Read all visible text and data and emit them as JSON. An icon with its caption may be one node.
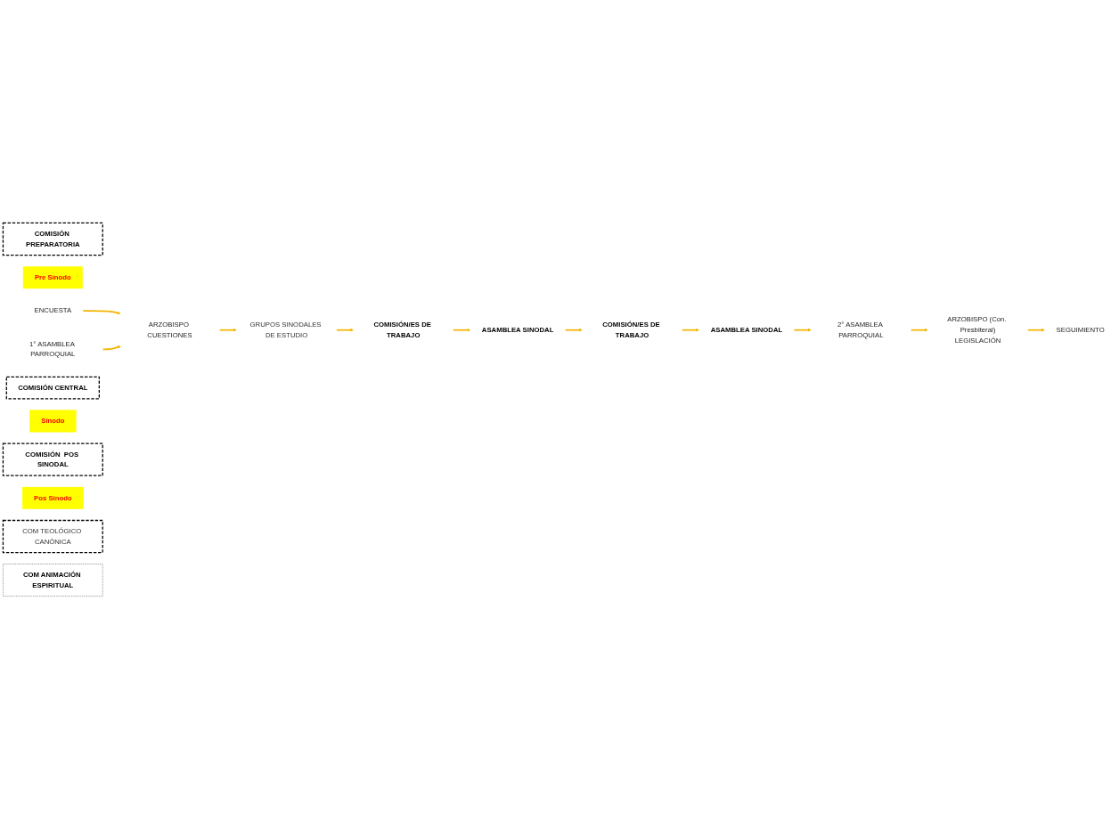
{
  "diagram": {
    "nodes": [
      {
        "text": [
          "COMISIÓN PREPARATORIA"
        ]
      },
      {
        "text": [
          "Pre Sínodo"
        ]
      },
      {
        "text": [
          "ENCUESTA"
        ]
      },
      {
        "text": [
          "1° ASAMBLEA PARROQUIAL"
        ]
      },
      {
        "text": [
          "ARZOBISPO CUESTIONES"
        ]
      },
      {
        "text": [
          "GRUPOS SINODALES DE ESTUDIO"
        ]
      },
      {
        "text": [
          "COMISIÓN CENTRAL"
        ]
      },
      {
        "text": [
          "Sínodo"
        ]
      },
      {
        "text": [
          "COMISIÓN/ES DE TRABAJO"
        ]
      },
      {
        "text": [
          "ASAMBLEA SINODAL"
        ]
      },
      {
        "text": [
          "COMISIÓN/ES DE TRABAJO"
        ]
      },
      {
        "text": [
          "ASAMBLEA SINODAL"
        ]
      },
      {
        "text": [
          "COMISIÓN  POS SINODAL"
        ]
      },
      {
        "text": [
          "Pos Sínodo"
        ]
      },
      {
        "text": [
          "2° ASAMBLEA PARROQUIAL"
        ]
      },
      {
        "text": [
          "ARZOBISPO (Con. Presbiteral)",
          "LEGISLACIÓN"
        ]
      },
      {
        "text": [
          "SEGUIMIENTO"
        ]
      },
      {
        "text": [
          "COM TEOLÓGICO CANÓNICA"
        ]
      },
      {
        "text": [
          "COM ANIMACIÓN ESPIRITUAL"
        ]
      }
    ],
    "edges": [
      {
        "from": 2,
        "to": 4,
        "arrow": "to"
      },
      {
        "from": 3,
        "to": 4,
        "arrow": "to"
      },
      {
        "from": 4,
        "to": 5,
        "arrow": "to"
      },
      {
        "from": 5,
        "to": 8,
        "arrow": "to"
      },
      {
        "from": 8,
        "to": 9,
        "arrow": "to"
      },
      {
        "from": 9,
        "to": 10,
        "arrow": "to"
      },
      {
        "from": 10,
        "to": 11,
        "arrow": "to"
      },
      {
        "from": 11,
        "to": 14,
        "arrow": "to"
      },
      {
        "from": 14,
        "to": 15,
        "arrow": "to"
      },
      {
        "from": 15,
        "to": 16,
        "arrow": "to"
      }
    ]
  }
}
